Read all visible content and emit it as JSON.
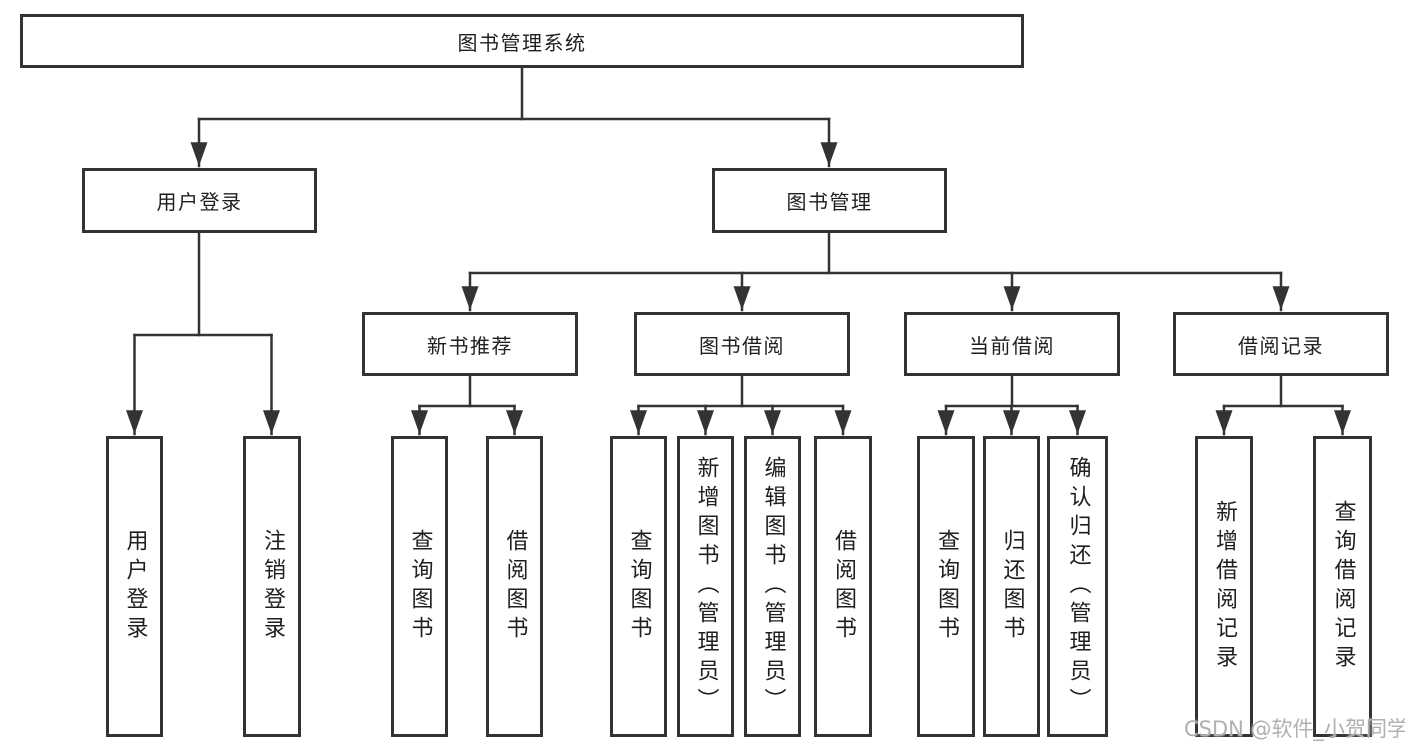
{
  "diagram": {
    "root": "图书管理系统",
    "branches": [
      {
        "label": "用户登录",
        "children": [
          "用户登录",
          "注销登录"
        ]
      },
      {
        "label": "图书管理",
        "children": [
          {
            "label": "新书推荐",
            "children": [
              "查询图书",
              "借阅图书"
            ]
          },
          {
            "label": "图书借阅",
            "children": [
              "查询图书",
              "新增图书（管理员）",
              "编辑图书（管理员）",
              "借阅图书"
            ]
          },
          {
            "label": "当前借阅",
            "children": [
              "查询图书",
              "归还图书",
              "确认归还（管理员）"
            ]
          },
          {
            "label": "借阅记录",
            "children": [
              "新增借阅记录",
              "查询借阅记录"
            ]
          }
        ]
      }
    ]
  },
  "watermark": {
    "text": "CSDN @软件_小贺同学"
  },
  "colors": {
    "line": "#333333",
    "box_border": "#333333",
    "box_fill": "#ffffff",
    "text": "#1f1f1f",
    "watermark": "#b0b0b0",
    "background": "#ffffff"
  }
}
